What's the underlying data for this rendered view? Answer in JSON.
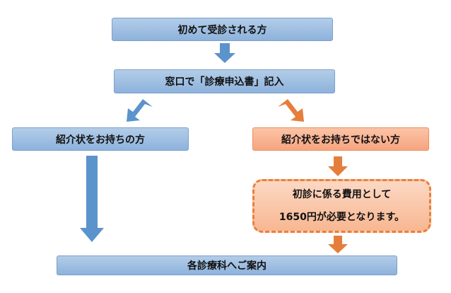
{
  "flow": {
    "first_visit": "初めて受診される方",
    "reception": "窓口で「診療申込書」記入",
    "with_referral": "紹介状をお持ちの方",
    "without_referral": "紹介状をお持ちではない方",
    "fee_note_line1": "初診に係る費用として",
    "fee_note_line2": "1650円が必要となります。",
    "departments": "各診療科へご案内"
  },
  "colors": {
    "blue_fill": "#9fbfe2",
    "blue_arrow": "#5b93cc",
    "orange_fill": "#f9b897",
    "orange_arrow": "#e57e3a"
  }
}
